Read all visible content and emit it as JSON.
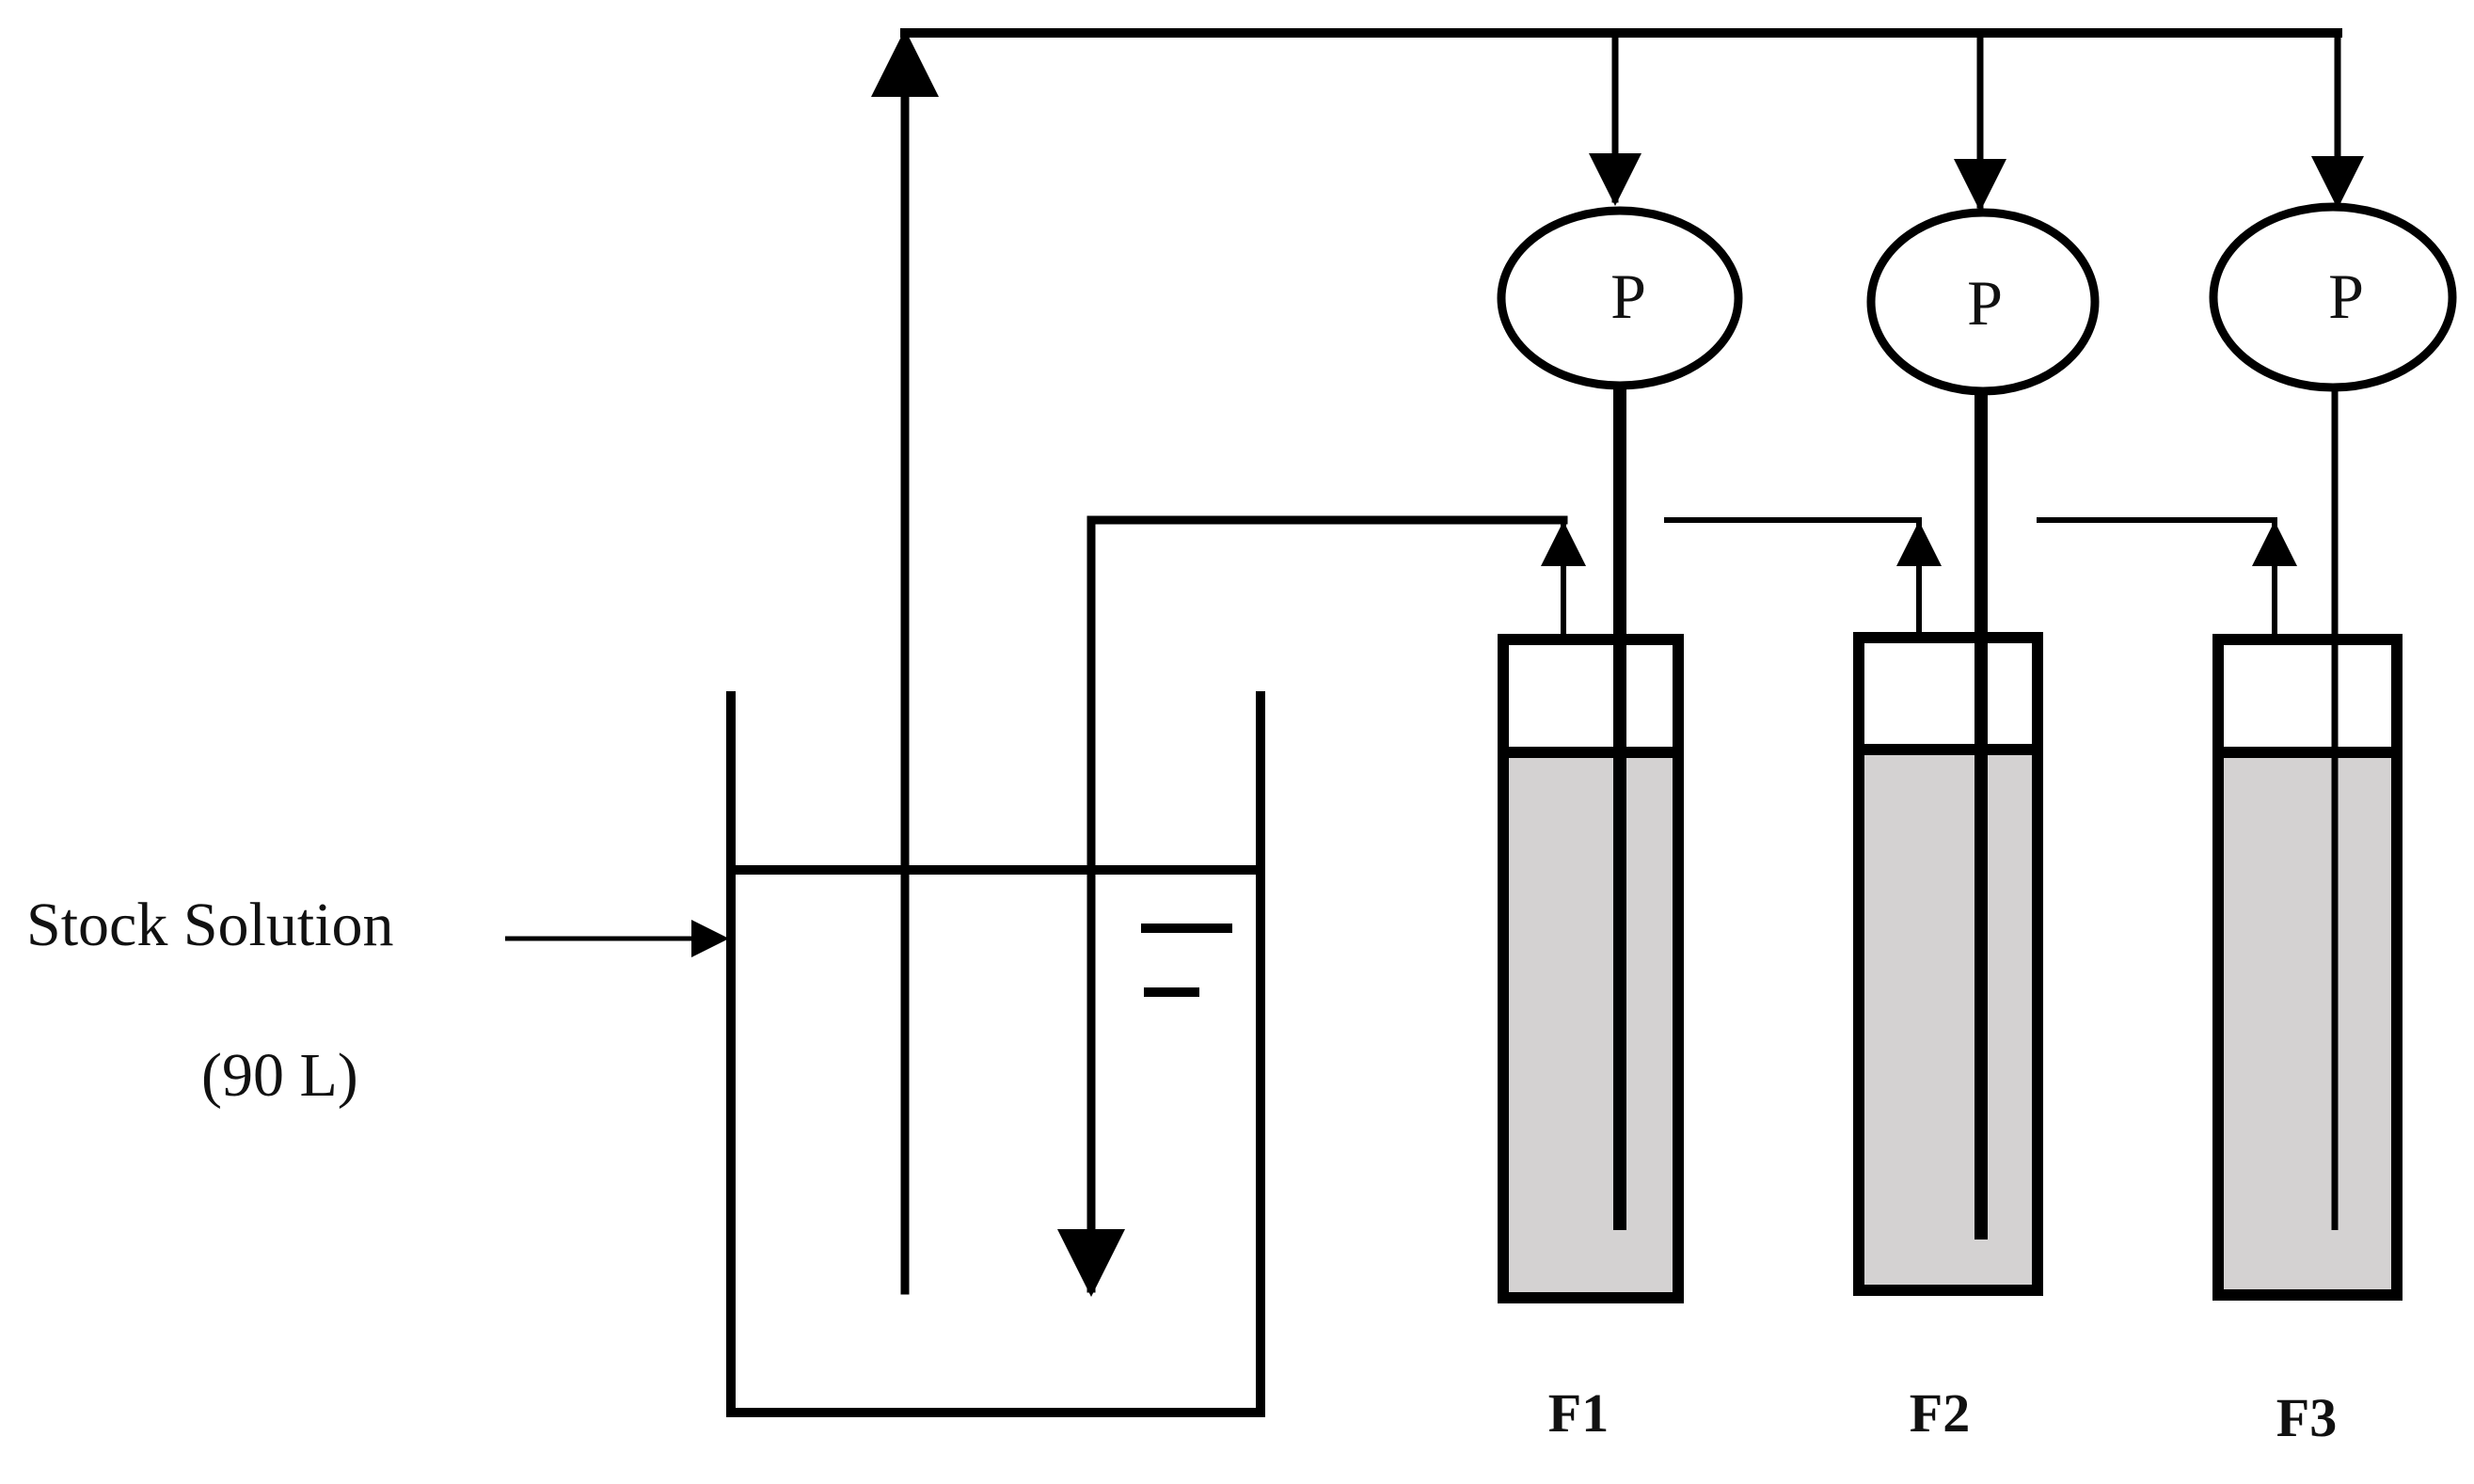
{
  "colors": {
    "line": "#000000",
    "media_fill": "#d4d2d2",
    "background": "#ffffff"
  },
  "tank": {
    "label": "Stock Solution",
    "volume": "(90 L)"
  },
  "pumps": [
    {
      "label": "P"
    },
    {
      "label": "P"
    },
    {
      "label": "P"
    }
  ],
  "columns": [
    {
      "label": "F1"
    },
    {
      "label": "F2"
    },
    {
      "label": "F3"
    }
  ]
}
